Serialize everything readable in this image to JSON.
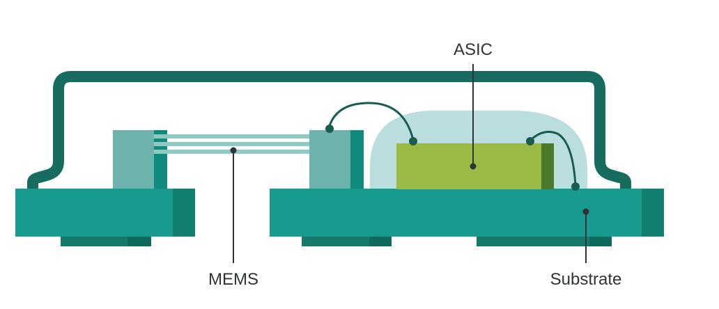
{
  "labels": {
    "asic": "ASIC",
    "mems": "MEMS",
    "substrate": "Substrate"
  },
  "colors": {
    "background": "#ffffff",
    "lid": "#176b5f",
    "substrate": "#199a8f",
    "substrate_dark": "#12806f",
    "pad": "#157a69",
    "mems_block": "#6db3ab",
    "mems_accent": "#0f8a7c",
    "mems_membrane": "#8ec9c2",
    "encapsulant": "#b9dedd",
    "asic_die": "#9aba45",
    "asic_die_side": "#4a7a2a",
    "bond_wire": "#1a5c52",
    "leader_line": "#2e3436",
    "label_text": "#2e3436"
  }
}
